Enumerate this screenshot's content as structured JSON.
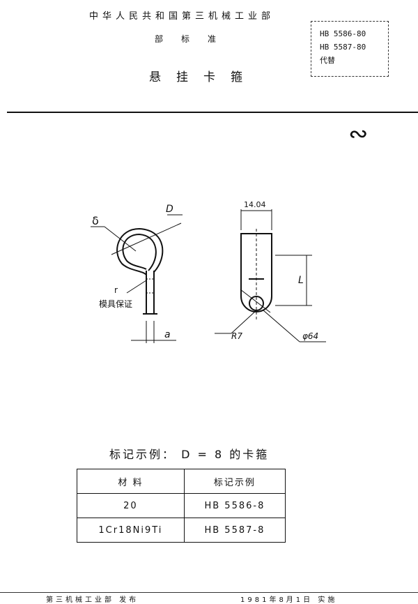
{
  "header": {
    "department": "中华人民共和国第三机械工业部",
    "standard_level": "部标准",
    "title": "悬挂卡箍",
    "codes": [
      "HB 5586-80",
      "HB 5587-80"
    ],
    "replaces": "代替"
  },
  "page_mark": "∾",
  "drawing": {
    "label_delta": "δ",
    "label_d": "D",
    "label_r": "r",
    "label_mold": "模具保证",
    "label_a": "a",
    "label_width": "14.04",
    "label_l": "L",
    "label_r7": "R7",
    "label_hole": "φ64"
  },
  "example": "标记示例：  D = 8 的卡箍",
  "table": {
    "headers": [
      "材  料",
      "标记示例"
    ],
    "rows": [
      [
        "20",
        "HB 5586-8"
      ],
      [
        "1Cr18Ni9Ti",
        "HB 5587-8"
      ]
    ]
  },
  "footer": {
    "left": "第三机械工业部  发布",
    "right": "1981年8月1日  实施"
  }
}
